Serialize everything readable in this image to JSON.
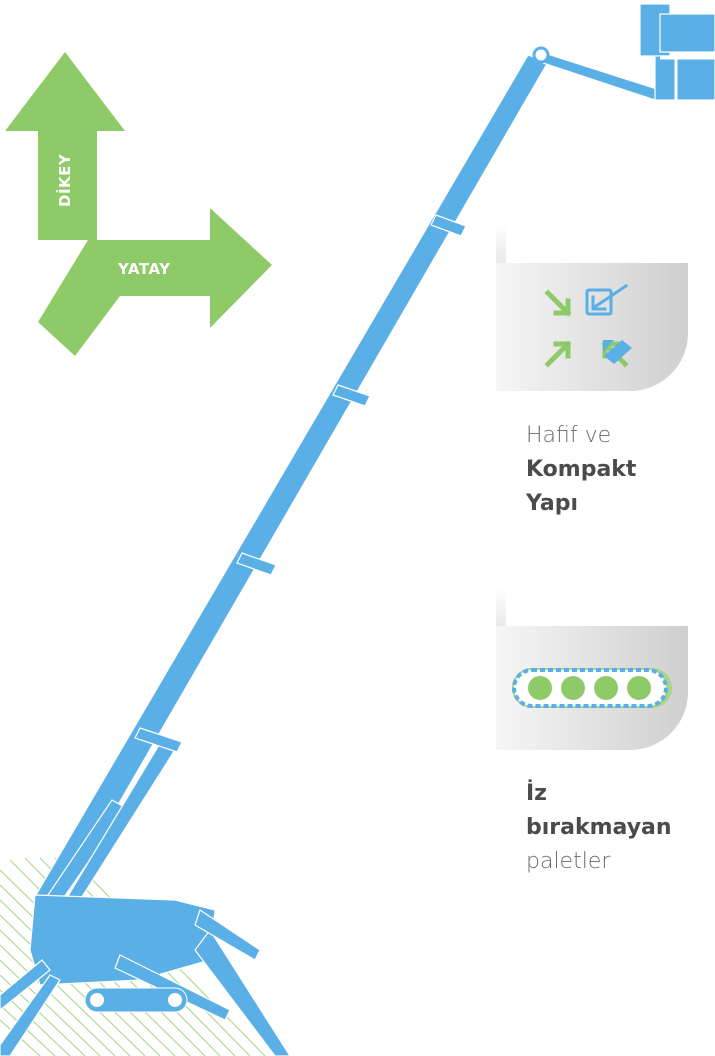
{
  "arrows": {
    "vertical_label": "DİKEY",
    "horizontal_label": "YATAY",
    "color": "#8fca68"
  },
  "lift": {
    "color": "#5aafe6",
    "outline_color": "#ffffff"
  },
  "features": [
    {
      "icon": "compact-arrows-icon",
      "line1": "Hafif ve",
      "line2": "Kompakt",
      "line3": "Yapı"
    },
    {
      "icon": "crawler-track-icon",
      "line1": "İz",
      "line2": "bırakmayan",
      "line3": "paletler"
    }
  ],
  "colors": {
    "green_icon": "#8fca68",
    "blue_icon": "#5aafe6",
    "text": "#4b4b4b",
    "card_start": "#f6f6f6",
    "card_end": "#cfcfcf"
  }
}
